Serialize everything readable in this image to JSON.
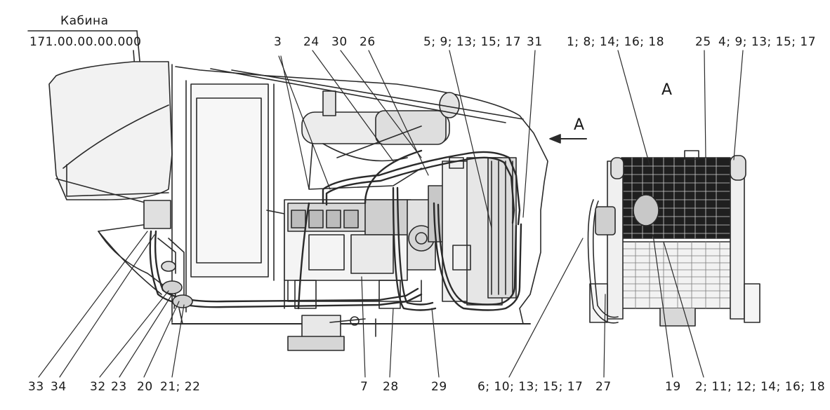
{
  "title_block": {
    "name": "Кабина",
    "code": "171.00.00.00.000"
  },
  "view_labels": {
    "section_arrow": "A",
    "view_title": "A"
  },
  "callouts_top": {
    "c3": "3",
    "c24": "24",
    "c30": "30",
    "c26": "26",
    "c5": "5; 9; 13; 15; 17",
    "c31": "31",
    "c1": "1; 8; 14; 16; 18",
    "c25": "25",
    "c4": "4; 9; 13; 15; 17"
  },
  "callouts_bottom": {
    "c33": "33",
    "c34": "34",
    "c32": "32",
    "c23": "23",
    "c20": "20",
    "c21": "21; 22",
    "c7": "7",
    "c28": "28",
    "c29": "29",
    "c6": "6; 10; 13; 15; 17",
    "c27": "27",
    "c19": "19",
    "c2": "2; 11; 12; 14; 16; 18"
  }
}
